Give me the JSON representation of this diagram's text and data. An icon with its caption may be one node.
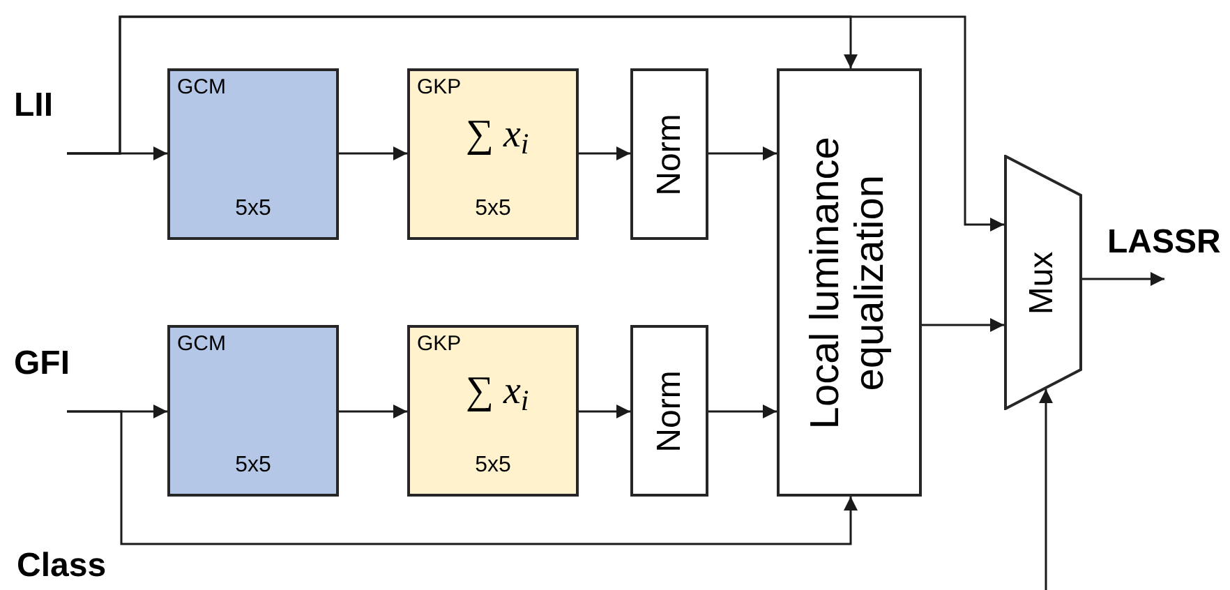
{
  "diagram": {
    "nodes": [
      {
        "text": [
          "LII"
        ]
      },
      {
        "text": [
          "GCM",
          "5x5"
        ]
      },
      {
        "text": [
          "GKP",
          "∑ *x*$_{i}$",
          "5x5"
        ]
      },
      {
        "text": [
          "Norm"
        ]
      },
      {
        "text": [
          "Local luminance equalization"
        ]
      },
      {
        "text": [
          "Mux"
        ]
      },
      {
        "text": [
          "LASSR"
        ]
      },
      {
        "text": [
          "GFI"
        ]
      },
      {
        "text": [
          "GCM",
          "5x5"
        ]
      },
      {
        "text": [
          "GKP",
          "∑ *x*$_{i}$",
          "5x5"
        ]
      },
      {
        "text": [
          "Norm"
        ]
      }
    ],
    "edges": [
      {
        "from": 0,
        "to": 1,
        "arrow": "to"
      },
      {
        "from": 1,
        "to": 2,
        "arrow": "to"
      },
      {
        "from": 2,
        "to": 3,
        "arrow": "to"
      },
      {
        "from": 3,
        "to": 4,
        "arrow": "to"
      },
      {
        "from": 0,
        "to": 4,
        "arrow": "to"
      },
      {
        "from": 0,
        "to": 5,
        "arrow": "to"
      },
      {
        "from": 4,
        "to": 5,
        "arrow": "to"
      },
      {
        "from": 5,
        "to": 6,
        "arrow": "to"
      },
      {
        "from": 7,
        "to": 8,
        "arrow": "to"
      },
      {
        "from": 8,
        "to": 9,
        "arrow": "to"
      },
      {
        "from": 9,
        "to": 10,
        "arrow": "to"
      },
      {
        "from": 10,
        "to": 4,
        "arrow": "to"
      },
      {
        "from": 7,
        "to": 4,
        "arrow": "to"
      },
      {
        "from": null,
        "to": 5,
        "arrow": "to"
      }
    ],
    "labels": [
      "Class"
    ]
  }
}
